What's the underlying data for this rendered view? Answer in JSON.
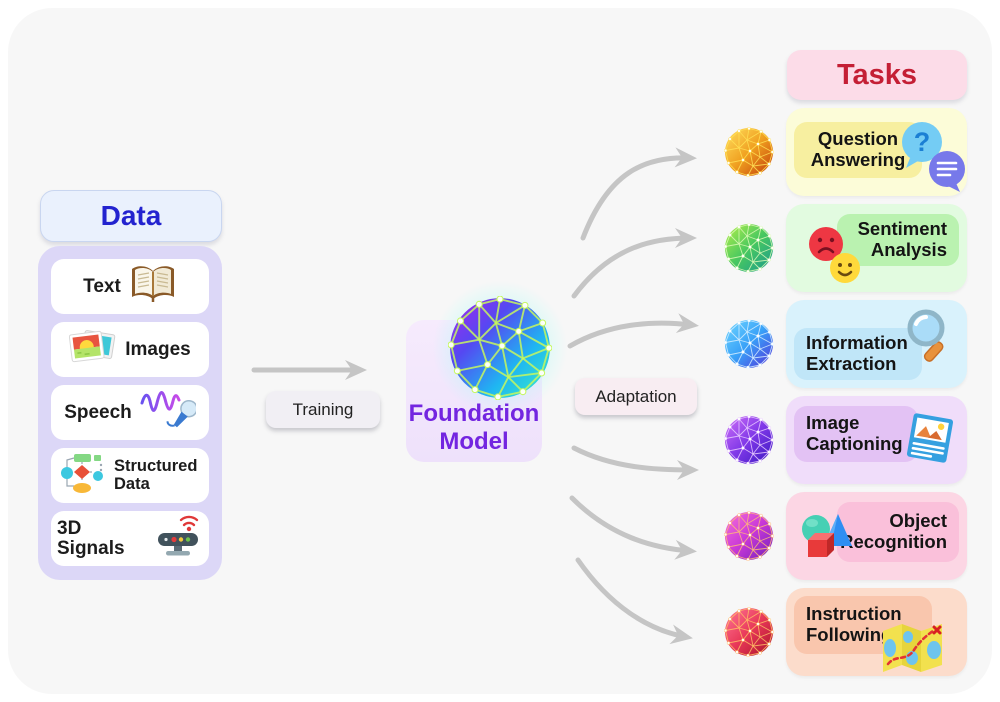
{
  "page": {
    "bg": "#ffffff",
    "canvas_bg": "#f7f7f7",
    "arrow_color": "#c5c5c5"
  },
  "data_panel": {
    "title": "Data",
    "title_color": "#2323cf",
    "title_bg": "#eaf1fd",
    "panel_bg": "#dcd7f7",
    "items": [
      {
        "label": "Text",
        "icon": "open-book-icon"
      },
      {
        "label": "Images",
        "icon": "photos-icon"
      },
      {
        "label": "Speech",
        "icon": "waveform-microphone-icon"
      },
      {
        "label": "Structured Data",
        "icon": "flowchart-icon"
      },
      {
        "label": "3D Signals",
        "icon": "depth-sensor-icon"
      }
    ]
  },
  "pipeline": {
    "training_label": "Training",
    "adaptation_label": "Adaptation",
    "model": {
      "title": "Foundation Model",
      "title_color": "#7325e0",
      "sphere": {
        "stops": [
          "#a928ec",
          "#5548f2",
          "#1fb6f2",
          "#3af0c5"
        ],
        "mesh": "#c6f75e"
      }
    }
  },
  "tasks_panel": {
    "title": "Tasks",
    "title_color": "#c41f35",
    "title_bg": "#fcdce8",
    "items": [
      {
        "label": "Question Answering",
        "outer_bg": "#fcfcd8",
        "inner_bg": "#f7efa0",
        "icon": "chat-question-icon",
        "sphere": {
          "stops": [
            "#ffe060",
            "#f0a020",
            "#c03808"
          ],
          "mesh": "#ffdf55"
        }
      },
      {
        "label": "Sentiment Analysis",
        "outer_bg": "#e2fbe0",
        "inner_bg": "#baf2b0",
        "icon": "emoji-faces-icon",
        "sphere": {
          "stops": [
            "#b8f048",
            "#48c860",
            "#18988f"
          ],
          "mesh": "#dcf9b6"
        }
      },
      {
        "label": "Information Extraction",
        "outer_bg": "#d9f2fc",
        "inner_bg": "#c0e6f8",
        "icon": "magnifier-icon",
        "sphere": {
          "stops": [
            "#70d8ff",
            "#38a0f8",
            "#5530d8"
          ],
          "mesh": "#d6efff"
        }
      },
      {
        "label": "Image Captioning",
        "outer_bg": "#f0ddfa",
        "inner_bg": "#e3c2f4",
        "icon": "photo-card-icon",
        "sphere": {
          "stops": [
            "#d070f8",
            "#8038e8",
            "#3818c0"
          ],
          "mesh": "#e9cbff"
        }
      },
      {
        "label": "Object Recognition",
        "outer_bg": "#fcd6e4",
        "inner_bg": "#fac0da",
        "icon": "3d-shapes-icon",
        "sphere": {
          "stops": [
            "#f870d8",
            "#c838d8",
            "#7020b8"
          ],
          "mesh": "#ffb878"
        }
      },
      {
        "label": "Instruction Following",
        "outer_bg": "#fcdccb",
        "inner_bg": "#f9c6ad",
        "icon": "map-icon",
        "sphere": {
          "stops": [
            "#ff7898",
            "#e83858",
            "#a81028"
          ],
          "mesh": "#ffbe66"
        }
      }
    ]
  }
}
